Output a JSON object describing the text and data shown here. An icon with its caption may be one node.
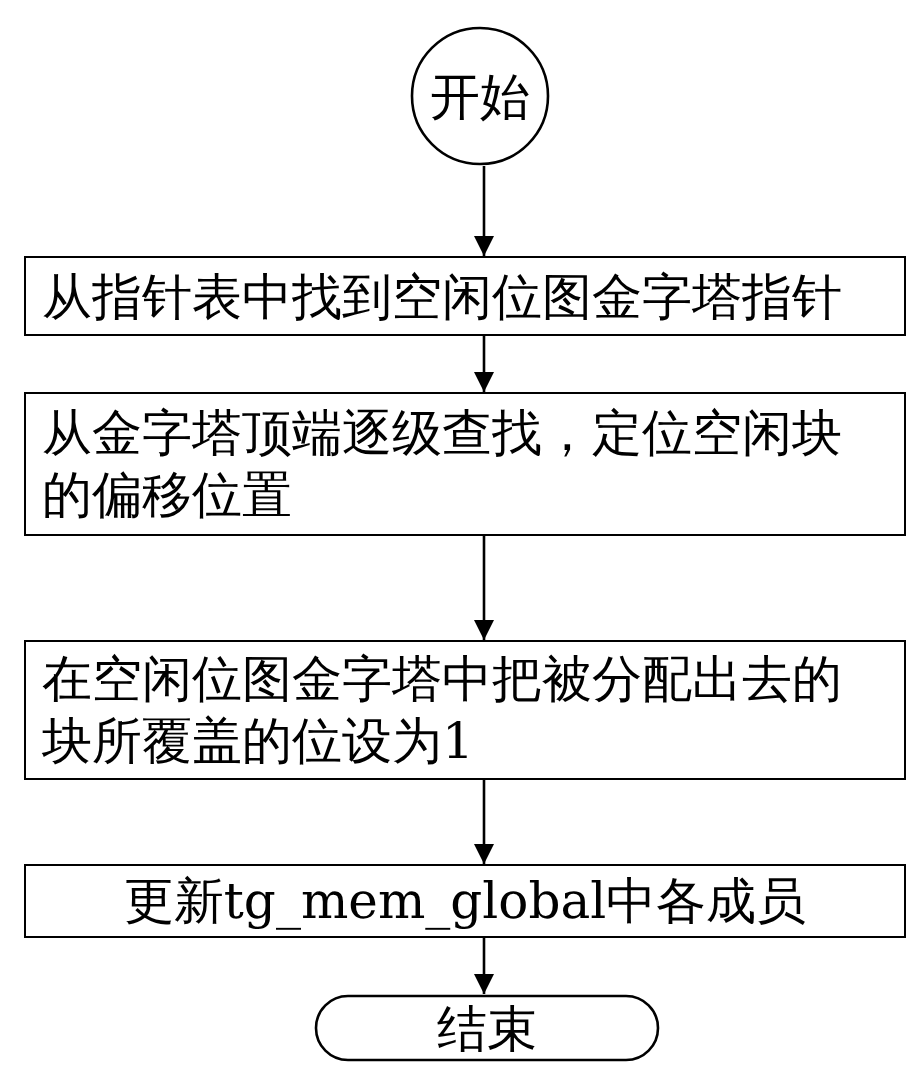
{
  "diagram": {
    "nodes": [
      {
        "text": [
          "开始"
        ]
      },
      {
        "text": [
          "从指针表中找到空闲位图金字塔指针"
        ]
      },
      {
        "text": [
          "从金字塔顶端逐级查找，定位空闲块的偏移位置"
        ]
      },
      {
        "text": [
          "在空闲位图金字塔中把被分配出去的块所覆盖的位设为1"
        ]
      },
      {
        "text": [
          "更新tg_mem_global中各成员"
        ]
      },
      {
        "text": [
          "结束"
        ]
      }
    ],
    "edges": [
      {
        "from": 0,
        "to": 1,
        "arrow": "to"
      },
      {
        "from": 1,
        "to": 2,
        "arrow": "to"
      },
      {
        "from": 2,
        "to": 3,
        "arrow": "to"
      },
      {
        "from": 3,
        "to": 4,
        "arrow": "to"
      },
      {
        "from": 4,
        "to": 5,
        "arrow": "to"
      }
    ]
  }
}
